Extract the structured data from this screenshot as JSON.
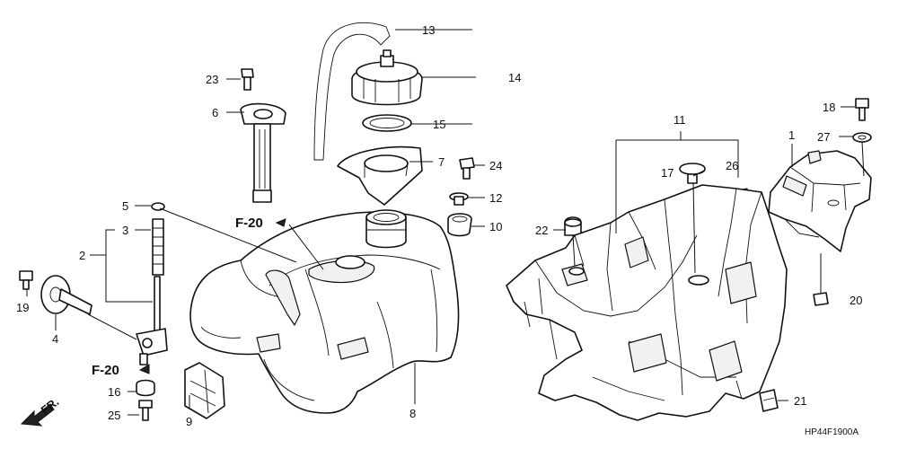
{
  "diagram": {
    "drawing_code": "HP44F1900A",
    "direction_label": "FR.",
    "refs": [
      {
        "key": "f20_top",
        "text": "F-20"
      },
      {
        "key": "f20_bottom",
        "text": "F-20"
      }
    ],
    "callouts": [
      {
        "key": "c1",
        "text": "1"
      },
      {
        "key": "c2",
        "text": "2"
      },
      {
        "key": "c3",
        "text": "3"
      },
      {
        "key": "c4",
        "text": "4"
      },
      {
        "key": "c5",
        "text": "5"
      },
      {
        "key": "c6",
        "text": "6"
      },
      {
        "key": "c7",
        "text": "7"
      },
      {
        "key": "c8",
        "text": "8"
      },
      {
        "key": "c9",
        "text": "9"
      },
      {
        "key": "c10",
        "text": "10"
      },
      {
        "key": "c11",
        "text": "11"
      },
      {
        "key": "c12",
        "text": "12"
      },
      {
        "key": "c13",
        "text": "13"
      },
      {
        "key": "c14",
        "text": "14"
      },
      {
        "key": "c15",
        "text": "15"
      },
      {
        "key": "c16",
        "text": "16"
      },
      {
        "key": "c17",
        "text": "17"
      },
      {
        "key": "c18",
        "text": "18"
      },
      {
        "key": "c19",
        "text": "19"
      },
      {
        "key": "c20",
        "text": "20"
      },
      {
        "key": "c21",
        "text": "21"
      },
      {
        "key": "c22",
        "text": "22"
      },
      {
        "key": "c23",
        "text": "23"
      },
      {
        "key": "c24",
        "text": "24"
      },
      {
        "key": "c25",
        "text": "25"
      },
      {
        "key": "c26",
        "text": "26"
      },
      {
        "key": "c27",
        "text": "27"
      }
    ]
  }
}
